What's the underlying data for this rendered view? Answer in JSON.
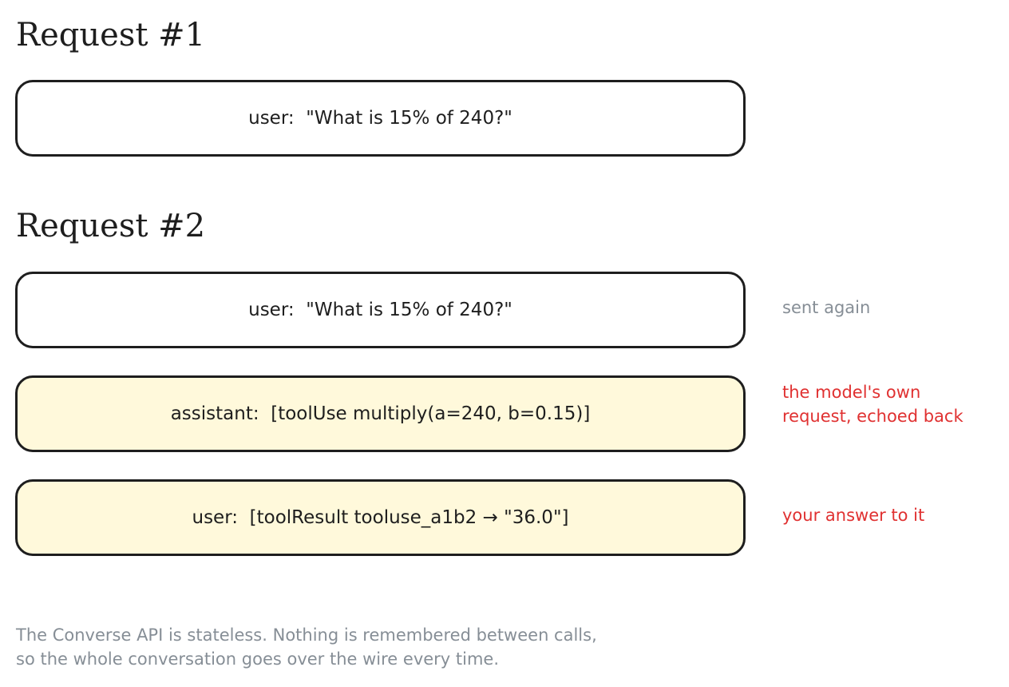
{
  "headings": [
    "Request #1",
    "Request #2"
  ],
  "request1": {
    "messages": [
      {
        "text": "user:  \"What is 15% of 240?\"",
        "highlight": false
      }
    ]
  },
  "request2": {
    "messages": [
      {
        "text": "user:  \"What is 15% of 240?\"",
        "highlight": false,
        "note": "sent again"
      },
      {
        "text": "assistant:  [toolUse multiply(a=240, b=0.15)]",
        "highlight": true,
        "note_lines": [
          "the model's own",
          "request, echoed back"
        ]
      },
      {
        "text": "user:  [toolResult tooluse_a1b2 → \"36.0\"]",
        "highlight": true,
        "note": "your answer to it"
      }
    ]
  },
  "footer": [
    "The Converse API is stateless. Nothing is remembered between calls,",
    "so the whole conversation goes over the wire every time."
  ],
  "colors": {
    "stroke": "#1e1e1e",
    "highlight_fill": "#fff9db",
    "note_gray": "#868e96",
    "note_red": "#e03131"
  }
}
